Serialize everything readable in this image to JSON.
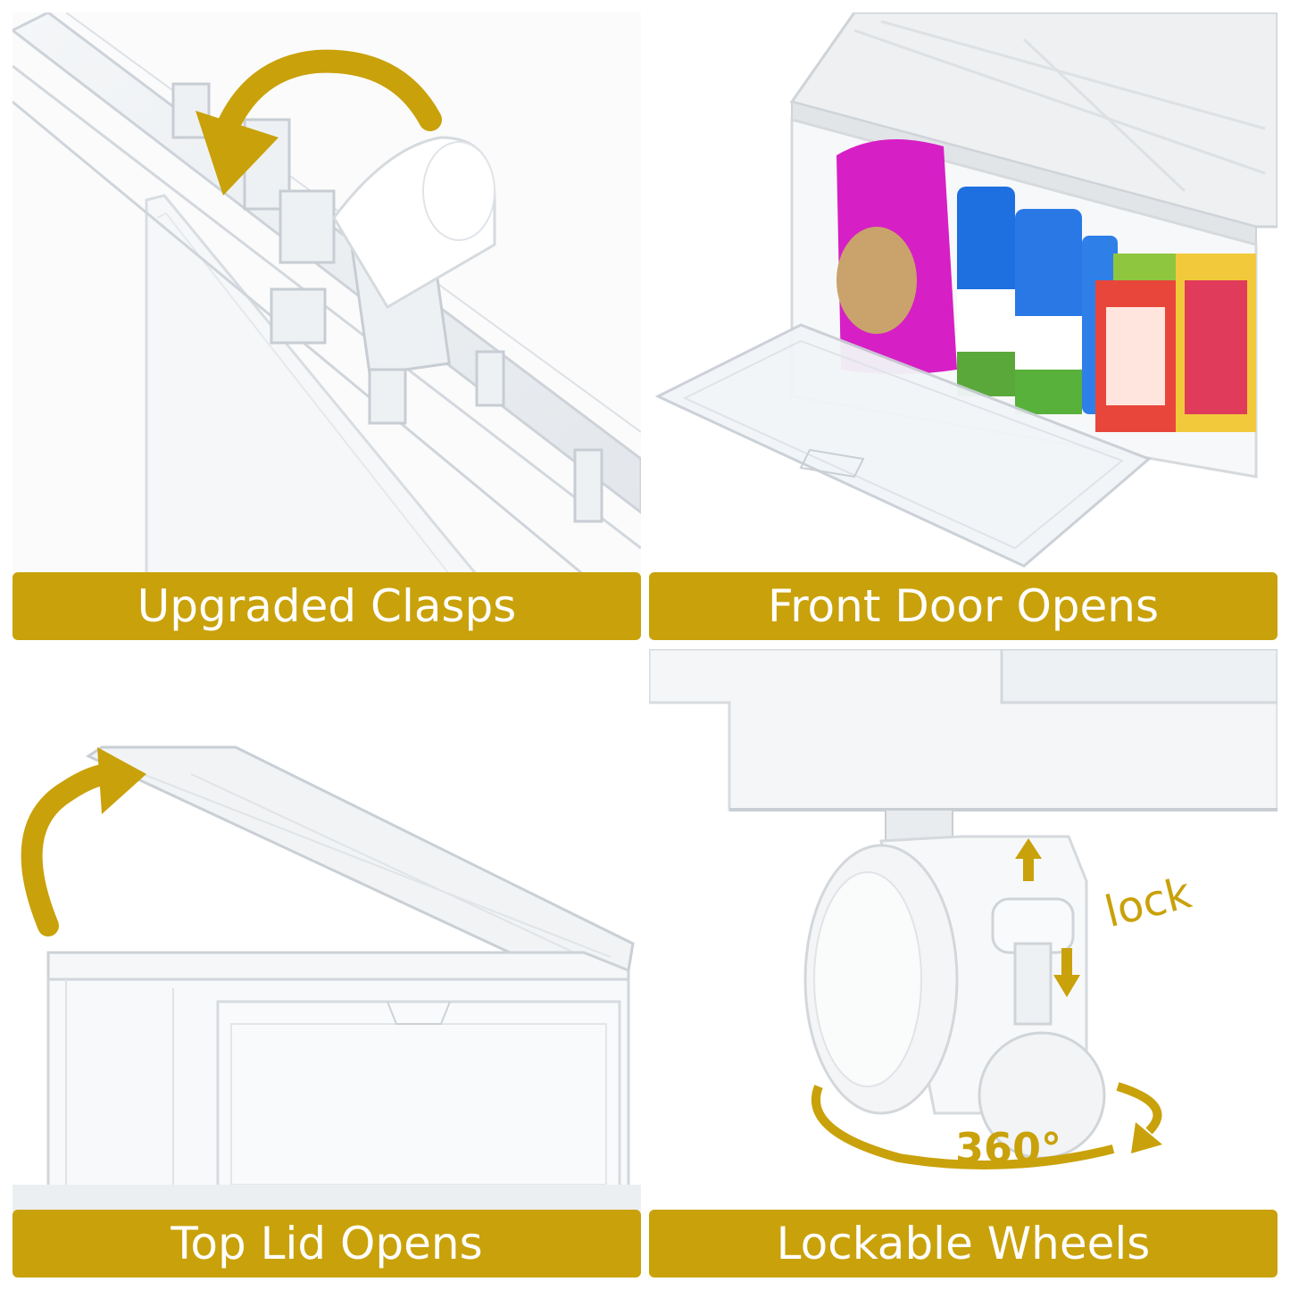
{
  "accent_color": "#c9a10a",
  "panels": {
    "top_left": {
      "label": "Upgraded Clasps",
      "icon": "curved-arrow-icon"
    },
    "top_right": {
      "label": "Front Door Opens"
    },
    "bottom_left": {
      "label": "Top Lid Opens",
      "icon": "curved-arrow-icon"
    },
    "bottom_right": {
      "label": "Lockable Wheels",
      "lock_text": "lock",
      "rotation_text": "360°",
      "icons": [
        "up-arrow-icon",
        "down-arrow-icon",
        "rotation-ring-icon"
      ]
    }
  }
}
